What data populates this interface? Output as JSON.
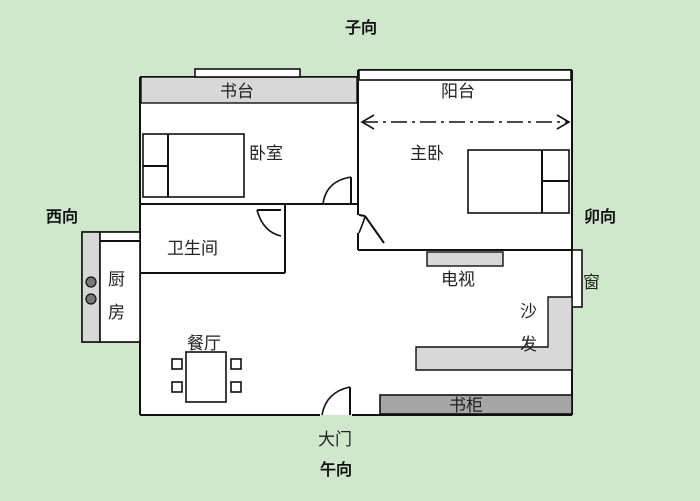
{
  "directions": {
    "north": "子向",
    "south": "午向",
    "west": "西向",
    "east": "卯向"
  },
  "rooms": {
    "desk": "书台",
    "balcony": "阳台",
    "bedroom": "卧室",
    "master_bedroom": "主卧",
    "bathroom": "卫生间",
    "tv": "电视",
    "window": "窗",
    "kitchen_1": "厨",
    "kitchen_2": "房",
    "sofa_1": "沙",
    "sofa_2": "发",
    "dining": "餐厅",
    "bookcase": "书柜",
    "main_door": "大门"
  },
  "colors": {
    "background": "#cfe8cb",
    "floor": "#ffffff",
    "wall": "#111111",
    "desk_fill": "#d8d8d8",
    "bookcase_fill": "#a6a6a6"
  }
}
